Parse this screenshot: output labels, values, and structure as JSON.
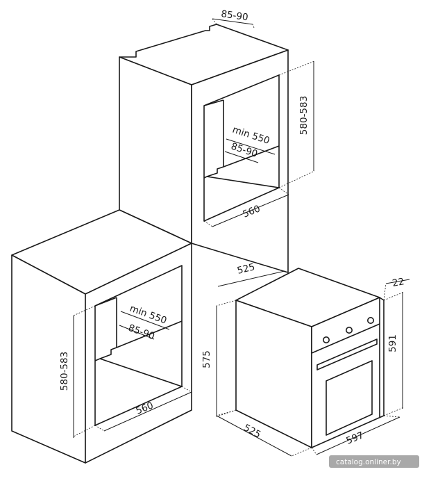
{
  "dimensions": {
    "tall_top_depth": "85-90",
    "tall_height": "580-583",
    "tall_min": "min 550",
    "tall_vent": "85-90",
    "tall_width": "560",
    "base_depth": "525",
    "base_height": "580-583",
    "base_min": "min 550",
    "base_vent": "85-90",
    "base_width": "560",
    "oven_height_side": "575",
    "oven_height_front": "591",
    "oven_front_depth": "22",
    "oven_depth": "525",
    "oven_width": "597"
  },
  "watermark": "catalog.onliner.by"
}
